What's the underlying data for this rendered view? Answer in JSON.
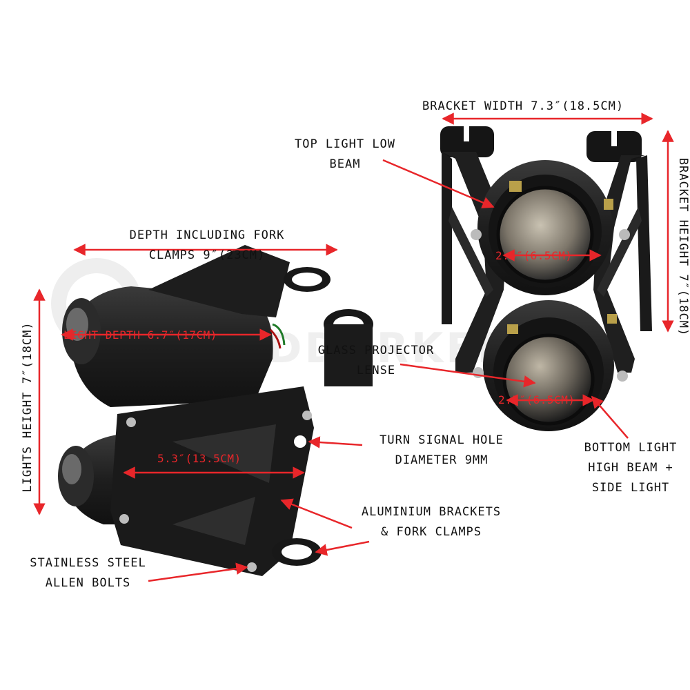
{
  "colors": {
    "dimension": "#e8262a",
    "leader": "#e8262a",
    "text": "#111111",
    "metal": "#1c1c1c"
  },
  "labels": {
    "bracket_width": "BRACKET WIDTH 7.3″(18.5CM)",
    "bracket_height": "BRACKET HEIGHT 7″(18CM)",
    "top_light_1": "TOP LIGHT LOW",
    "top_light_2": "BEAM",
    "depth_1": "DEPTH INCLUDING FORK",
    "depth_2": "CLAMPS 9″(23CM)",
    "lights_height": "LIGHTS HEIGHT 7″(18CM)",
    "glass_1": "GLASS PROJECTOR",
    "glass_2": "LENSE",
    "turn_1": "TURN SIGNAL HOLE",
    "turn_2": "DIAMETER 9MM",
    "bottom_1": "BOTTOM LIGHT",
    "bottom_2": "HIGH BEAM +",
    "bottom_3": "SIDE LIGHT",
    "alu_1": "ALUMINIUM BRACKETS",
    "alu_2": "& FORK CLAMPS",
    "bolts_1": "STAINLESS STEEL",
    "bolts_2": "ALLEN BOLTS"
  },
  "dimensions": {
    "top_lens": "2.5″(6.5CM)",
    "bottom_lens": "2.5″(6.5CM)",
    "light_depth": "LIGHT DEPTH 6.7″(17CM)",
    "bracket_span": "5.3″(13.5CM)"
  },
  "watermark": "LEADDARKER"
}
